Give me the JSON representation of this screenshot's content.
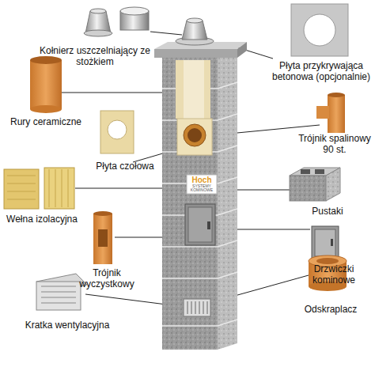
{
  "diagram": {
    "labels": [
      "Kołnierz uszczelniający ze stożkiem",
      "Płyta przykrywająca betonowa (opcjonalnie)",
      "Rury ceramiczne",
      "Trójnik spalinowy 90 st.",
      "Płyta czołowa",
      "Wełna izolacyjna",
      "Pustaki",
      "Trójnik wyczystkowy",
      "Drzwiczki kominowe",
      "Odskraplacz",
      "Kratka wentylacyjna",
      "Hoch",
      "SYSTEMY KOMINOWE"
    ]
  }
}
